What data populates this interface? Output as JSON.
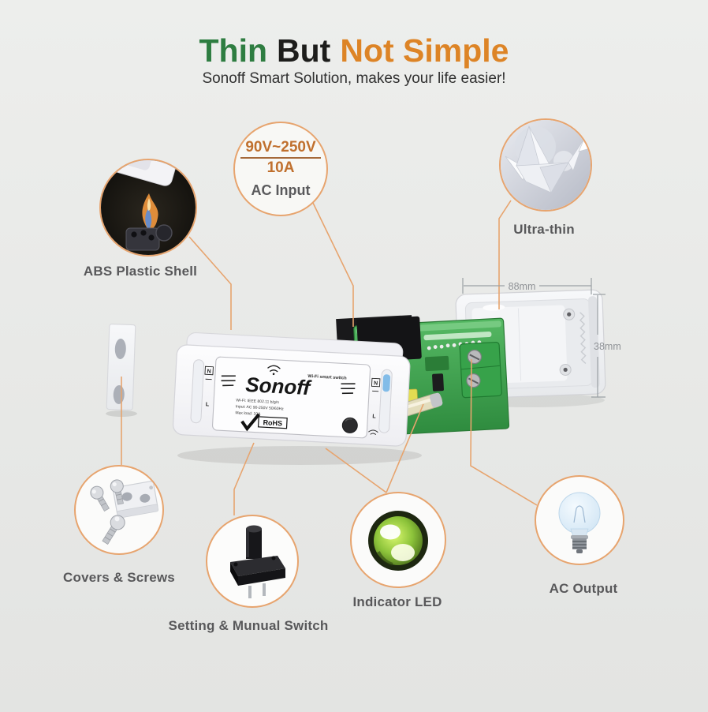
{
  "header": {
    "title_thin": "Thin",
    "title_but": "But",
    "title_not_simple": "Not Simple",
    "subtitle": "Sonoff Smart Solution, makes your life easier!"
  },
  "callouts": {
    "ac_input": {
      "line1": "90V~250V",
      "line2": "10A",
      "line3": "AC Input"
    },
    "ultra_thin": {
      "label": "Ultra-thin"
    },
    "abs_shell": {
      "label": "ABS Plastic Shell"
    },
    "covers_screws": {
      "label": "Covers & Screws"
    },
    "setting_switch": {
      "label": "Setting & Munual Switch"
    },
    "indicator_led": {
      "label": "Indicator LED"
    },
    "ac_output": {
      "label": "AC Output"
    }
  },
  "dimensions": {
    "width_label": "88mm",
    "height_label": "38mm"
  },
  "device": {
    "brand": "Sonoff",
    "product": "Wi-Fi smart switch",
    "spec_line1": "Wi-Fi: IEEE 802.11 b/g/n",
    "spec_line2": "Input: AC 90-250V 50/60Hz",
    "spec_line3": "Max load: 10A",
    "cert": "RoHS",
    "terminal_n": "N",
    "terminal_l": "L"
  },
  "icons": {
    "abs_shell": "lighter-flame-test-photo",
    "ultra_thin": "origami-paper-crane",
    "covers_screws": "screws-and-cover-bracket",
    "setting_switch": "tactile-push-button",
    "indicator_led": "glowing-green-led",
    "ac_output": "light-bulb"
  },
  "colors": {
    "accent_line": "#e7a46e",
    "title_green": "#2e7d41",
    "title_orange": "#dd8426",
    "pcb_green": "#44a855",
    "label_gray": "#58585a"
  }
}
